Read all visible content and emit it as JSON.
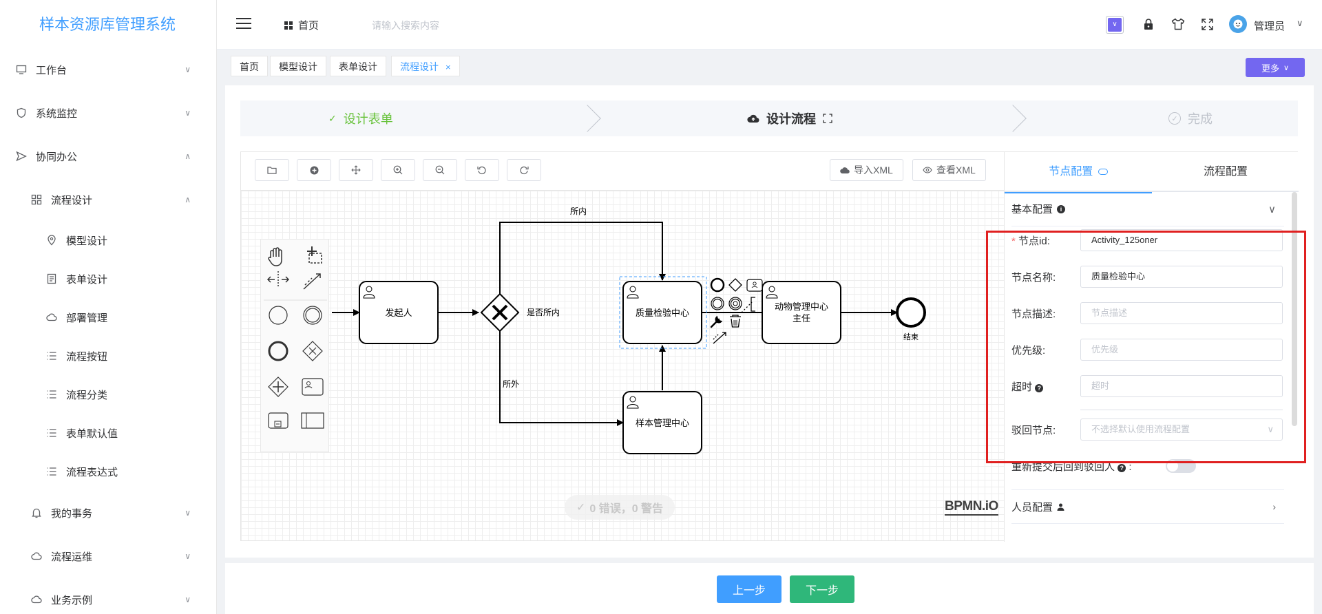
{
  "app": {
    "title": "样本资源库管理系统"
  },
  "sidebar": {
    "items": [
      {
        "label": "工作台"
      },
      {
        "label": "系统监控"
      },
      {
        "label": "协同办公"
      },
      {
        "label": "流程设计"
      },
      {
        "label": "模型设计"
      },
      {
        "label": "表单设计"
      },
      {
        "label": "部署管理"
      },
      {
        "label": "流程按钮"
      },
      {
        "label": "流程分类"
      },
      {
        "label": "表单默认值"
      },
      {
        "label": "流程表达式"
      },
      {
        "label": "我的事务"
      },
      {
        "label": "流程运维"
      },
      {
        "label": "业务示例"
      }
    ]
  },
  "header": {
    "home": "首页",
    "search_placeholder": "请输入搜索内容",
    "user": "管理员"
  },
  "tabs": [
    {
      "label": "首页"
    },
    {
      "label": "模型设计"
    },
    {
      "label": "表单设计"
    },
    {
      "label": "流程设计"
    }
  ],
  "more": "更多",
  "steps": [
    {
      "label": "设计表单"
    },
    {
      "label": "设计流程"
    },
    {
      "label": "完成"
    }
  ],
  "toolbar": {
    "import_xml": "导入XML",
    "view_xml": "查看XML"
  },
  "diagram": {
    "start": "发起人",
    "gateway": "是否所内",
    "flow_in": "所内",
    "flow_out": "所外",
    "quality": "质量检验中心",
    "sample": "样本管理中心",
    "animal_1": "动物管理中心",
    "animal_2": "主任",
    "end": "结束"
  },
  "validation": "0 错误，0 警告",
  "bpmn_logo": "BPMN.iO",
  "panel": {
    "tabs": {
      "node": "节点配置",
      "process": "流程配置"
    },
    "basic": "基本配置",
    "fields": {
      "node_id_label": "节点id:",
      "node_id_value": "Activity_125oner",
      "node_name_label": "节点名称:",
      "node_name_value": "质量检验中心",
      "node_desc_label": "节点描述:",
      "node_desc_ph": "节点描述",
      "priority_label": "优先级:",
      "priority_ph": "优先级",
      "timeout_label": "超时",
      "timeout_ph": "超时",
      "reject_label": "驳回节点:",
      "reject_ph": "不选择默认使用流程配置",
      "resubmit_label": "重新提交后回到驳回人"
    },
    "people": "人员配置"
  },
  "footer": {
    "prev": "上一步",
    "next": "下一步"
  },
  "colors": {
    "primary": "#409eff",
    "success": "#67c23a",
    "accent": "#7367f0",
    "highlight": "#e02020"
  }
}
